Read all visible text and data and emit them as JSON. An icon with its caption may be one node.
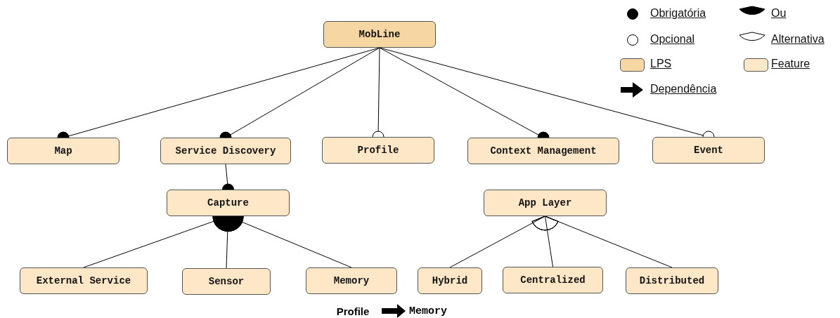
{
  "diagram": {
    "nodes": [
      {
        "text": [
          "MobLine"
        ]
      },
      {
        "text": [
          "Map"
        ]
      },
      {
        "text": [
          "Service Discovery"
        ]
      },
      {
        "text": [
          "Profile"
        ]
      },
      {
        "text": [
          "Context Management"
        ]
      },
      {
        "text": [
          "Event"
        ]
      },
      {
        "text": [
          "Capture"
        ]
      },
      {
        "text": [
          "App Layer"
        ]
      },
      {
        "text": [
          "External Service"
        ]
      },
      {
        "text": [
          "Sensor"
        ]
      },
      {
        "text": [
          "Memory"
        ]
      },
      {
        "text": [
          "Hybrid"
        ]
      },
      {
        "text": [
          "Centralized"
        ]
      },
      {
        "text": [
          "Distributed"
        ]
      },
      {
        "text": [
          "Profile"
        ]
      },
      {
        "text": [
          "Memory"
        ]
      }
    ],
    "edges": [
      {
        "from": 0,
        "to": 1,
        "arrow": "other"
      },
      {
        "from": 0,
        "to": 2,
        "arrow": "other"
      },
      {
        "from": 0,
        "to": 3,
        "arrow": "other"
      },
      {
        "from": 0,
        "to": 4,
        "arrow": "other"
      },
      {
        "from": 0,
        "to": 5,
        "arrow": "other"
      },
      {
        "from": 2,
        "to": 6,
        "arrow": "other"
      },
      {
        "from": 6,
        "to": 8,
        "arrow": "other"
      },
      {
        "from": 6,
        "to": 9,
        "arrow": "other"
      },
      {
        "from": 6,
        "to": 10,
        "arrow": "other"
      },
      {
        "from": 7,
        "to": 11,
        "arrow": "other"
      },
      {
        "from": 7,
        "to": 12,
        "arrow": "other"
      },
      {
        "from": 7,
        "to": 13,
        "arrow": "other"
      },
      {
        "from": 14,
        "to": 15,
        "arrow": "to",
        "style": "thick"
      }
    ],
    "legend": [
      {
        "text": "Obrigatória"
      },
      {
        "text": "Ou"
      },
      {
        "text": "Opcional"
      },
      {
        "text": "Alternativa"
      },
      {
        "text": "LPS",
        "color": "#f6d6a2"
      },
      {
        "text": "Feature",
        "color": "#fde7c6"
      },
      {
        "text": "Dependência"
      }
    ]
  }
}
